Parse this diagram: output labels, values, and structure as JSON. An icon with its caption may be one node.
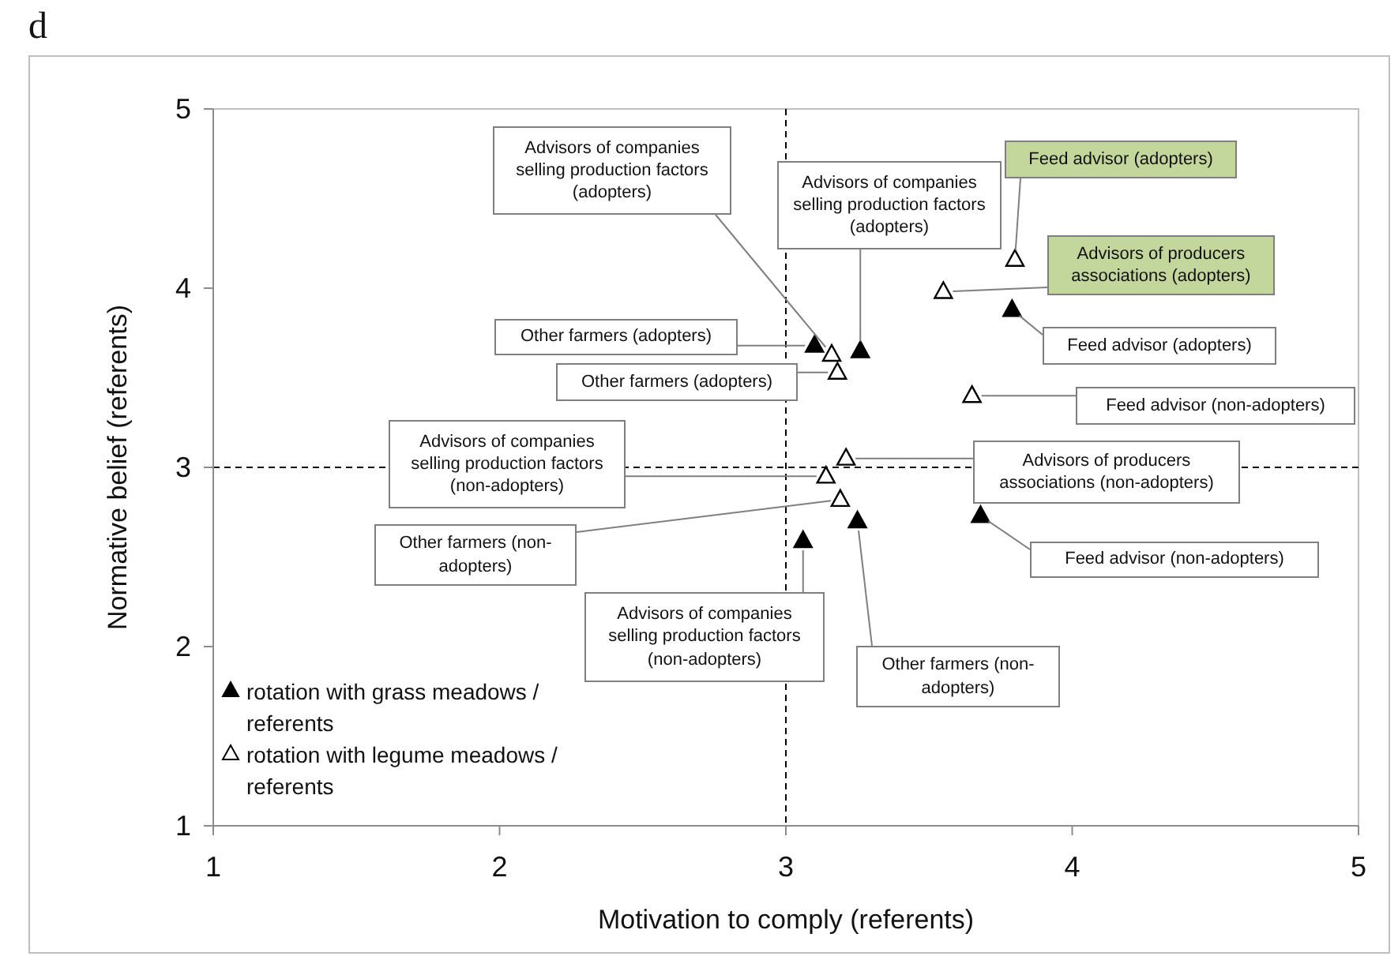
{
  "diagram": {
    "nodes": [
      {
        "text": [
          "Advisors of companies selling production factors (adopters)"
        ]
      },
      {
        "text": [
          "Feed advisor (adopters)"
        ]
      },
      {
        "text": [
          "Advisors of companies selling production factors (adopters)"
        ]
      },
      {
        "text": [
          "Advisors of producers associations (adopters)"
        ]
      },
      {
        "text": [
          "Other farmers (adopters)"
        ]
      },
      {
        "text": [
          "Feed advisor (adopters)"
        ]
      },
      {
        "text": [
          "Other farmers (adopters)"
        ]
      },
      {
        "text": [
          "Feed advisor (non-adopters)"
        ]
      },
      {
        "text": [
          "Advisors of companies selling production factors (non-adopters)"
        ]
      },
      {
        "text": [
          "Advisors of producers associations (non-adopters)"
        ]
      },
      {
        "text": [
          "Other farmers (non-adopters)"
        ]
      },
      {
        "text": [
          "Feed advisor (non-adopters)"
        ]
      },
      {
        "text": [
          "Advisors of companies selling production factors (non-adopters)"
        ]
      },
      {
        "text": [
          "Other farmers (non-adopters)"
        ]
      },
      {
        "text": [],
        "shape": "triangle"
      },
      {
        "text": [],
        "shape": "triangle"
      },
      {
        "text": [],
        "shape": "triangle"
      },
      {
        "text": [],
        "shape": "triangle"
      },
      {
        "text": [],
        "shape": "triangle"
      },
      {
        "text": [],
        "shape": "triangle"
      },
      {
        "text": [],
        "shape": "triangle"
      },
      {
        "text": [],
        "shape": "triangle"
      },
      {
        "text": [],
        "shape": "triangle"
      },
      {
        "text": [],
        "shape": "triangle"
      },
      {
        "text": [],
        "shape": "triangle"
      },
      {
        "text": [],
        "shape": "triangle"
      },
      {
        "text": [],
        "shape": "triangle"
      },
      {
        "text": [],
        "shape": "triangle"
      }
    ],
    "edges": [
      {
        "from": 0,
        "to": 22,
        "arrow": "none"
      },
      {
        "from": 1,
        "to": 20,
        "arrow": "none"
      },
      {
        "from": 2,
        "to": 14,
        "arrow": "none"
      },
      {
        "from": 3,
        "to": 21,
        "arrow": "none"
      },
      {
        "from": 4,
        "to": 15,
        "arrow": "none"
      },
      {
        "from": 5,
        "to": 16,
        "arrow": "none"
      },
      {
        "from": 6,
        "to": 23,
        "arrow": "none"
      },
      {
        "from": 7,
        "to": 24,
        "arrow": "none"
      },
      {
        "from": 8,
        "to": 26,
        "arrow": "none"
      },
      {
        "from": 9,
        "to": 25,
        "arrow": "none"
      },
      {
        "from": 10,
        "to": 27,
        "arrow": "none"
      },
      {
        "from": 11,
        "to": 17,
        "arrow": "none"
      },
      {
        "from": 12,
        "to": 19,
        "arrow": "none"
      },
      {
        "from": 13,
        "to": 18,
        "arrow": "none"
      }
    ],
    "labels": [
      "d"
    ],
    "legend": [
      {
        "text": "rotation with grass meadows / referents"
      },
      {
        "text": "rotation with legume meadows / referents"
      }
    ],
    "chart_data": {
      "type": "scatter",
      "xlabel": "Motivation to comply (referents)",
      "ylabel": "Normative belief (referents)",
      "xlim": [
        1,
        5
      ],
      "ylim": [
        1,
        5
      ],
      "xticks": [
        1,
        2,
        3,
        4,
        5
      ],
      "yticks": [
        1,
        2,
        3,
        4,
        5
      ],
      "series": [
        {
          "color": "#000000",
          "x": [
            3.26,
            3.1,
            3.79,
            3.68,
            3.25,
            3.06
          ],
          "values": [
            3.65,
            3.68,
            3.88,
            2.73,
            2.7,
            2.59
          ]
        },
        {
          "color": "#ffffff",
          "x": [
            3.8,
            3.55,
            3.16,
            3.18,
            3.65,
            3.21,
            3.14,
            3.19
          ],
          "values": [
            4.16,
            3.98,
            3.63,
            3.53,
            3.4,
            3.05,
            2.95,
            2.82
          ]
        }
      ]
    }
  }
}
